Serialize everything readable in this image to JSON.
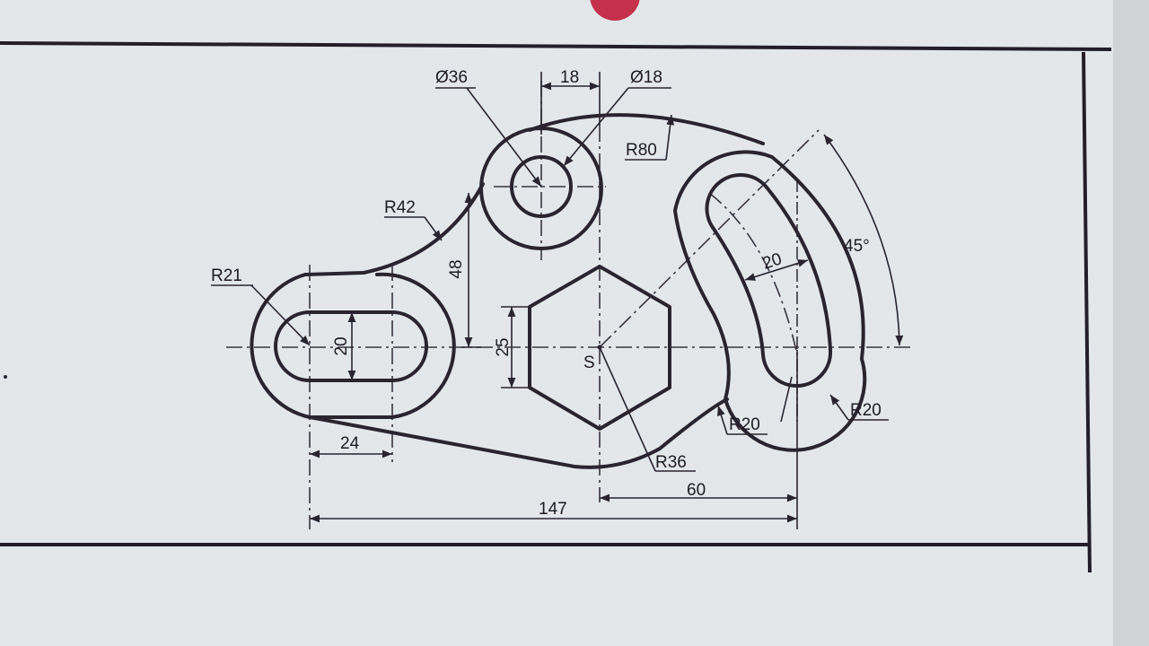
{
  "drawing": {
    "colors": {
      "paper": "#e6eaeb",
      "line": "#2a2330",
      "thin_line": "#3a3340",
      "marker": "#c4314b"
    },
    "dimensions": {
      "hole_large_dia": "Ø36",
      "hole_small_dia": "Ø18",
      "hole_spacing": "18",
      "top_arc_radius": "R80",
      "left_fillet_radius": "R42",
      "left_end_radius": "R21",
      "slot_width_left": "20",
      "slot_length_left": "24",
      "hole_height": "48",
      "hex_flat": "25",
      "center_label": "S",
      "bottom_arc_radius": "R36",
      "slot_offset": "60",
      "overall_length": "147",
      "inner_fillet_radius": "R20",
      "outer_end_radius": "R20",
      "curved_slot_width": "20",
      "slot_angle": "45°"
    }
  }
}
